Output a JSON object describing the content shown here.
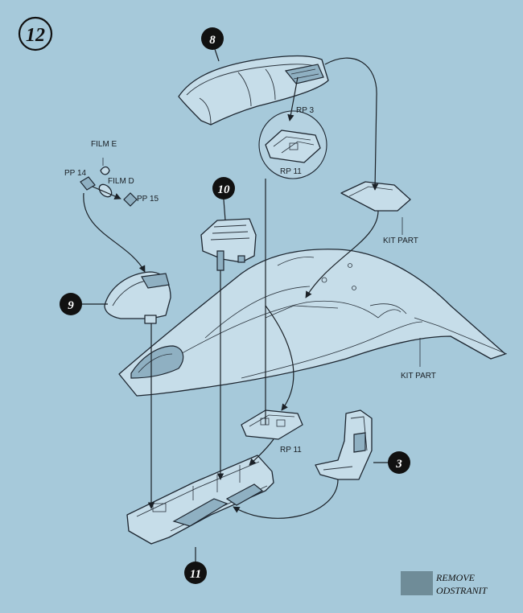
{
  "step": {
    "number": "12"
  },
  "callouts": {
    "c8": "8",
    "c10": "10",
    "c9": "9",
    "c3": "3",
    "c11": "11"
  },
  "labels": {
    "rp3": "RP 3",
    "rp11_top": "RP 11",
    "rp11_bottom": "RP 11",
    "film_e": "FILM E",
    "film_d": "FILM D",
    "pp14": "PP 14",
    "pp15": "PP 15",
    "kit_part_top": "KIT PART",
    "kit_part_right": "KIT PART"
  },
  "legend": {
    "line1": "REMOVE",
    "line2": "ODSTRANIT",
    "swatch_color": "#6f8c98"
  },
  "colors": {
    "background": "#a6c9da",
    "callout_fill": "#111111",
    "line": "#1d2630"
  }
}
